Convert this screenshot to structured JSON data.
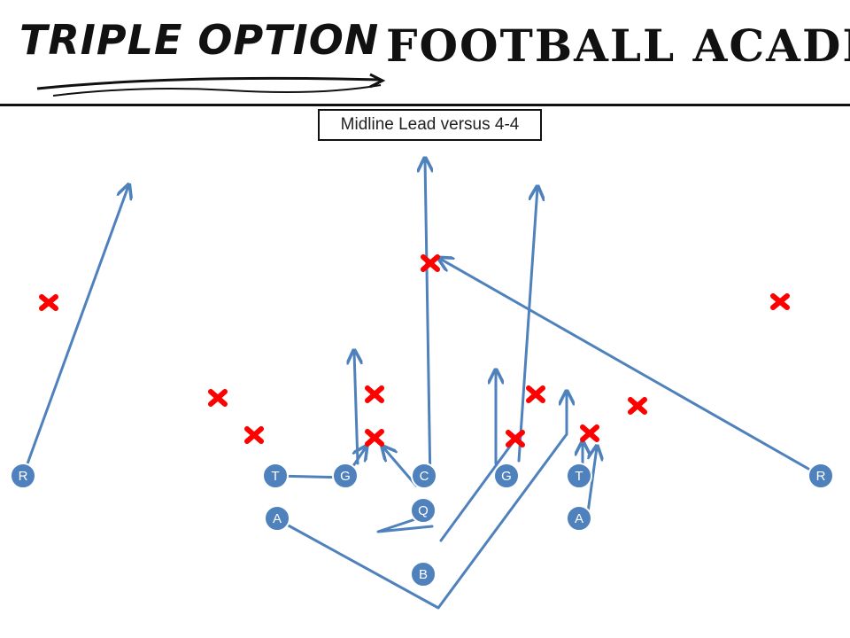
{
  "header": {
    "brand_left": "TRIPLE OPTION",
    "brand_right": "FOOTBALL ACADEMY"
  },
  "diagram": {
    "title": "Midline Lead versus 4-4",
    "offense_players": [
      "R",
      "T",
      "G",
      "C",
      "G",
      "T",
      "R",
      "A",
      "Q",
      "A",
      "B"
    ],
    "defender_marker": "X",
    "colors": {
      "route": "#4f81bd",
      "player_fill": "#4f81bd",
      "defender": "#ff0000",
      "text": "#222222"
    }
  }
}
